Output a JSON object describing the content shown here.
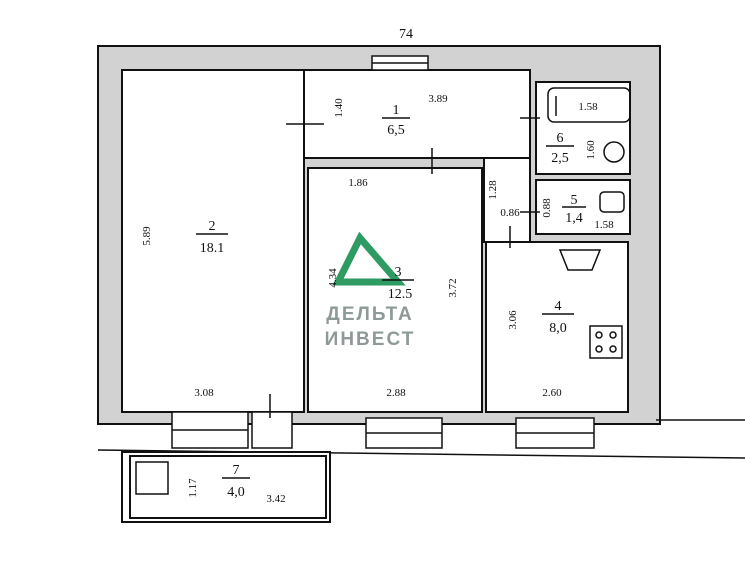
{
  "plan": {
    "top_mark": "74",
    "rooms": [
      {
        "number": "1",
        "area": "6,5"
      },
      {
        "number": "2",
        "area": "18.1"
      },
      {
        "number": "3",
        "area": "12.5"
      },
      {
        "number": "4",
        "area": "8,0"
      },
      {
        "number": "5",
        "area": "1,4"
      },
      {
        "number": "6",
        "area": "2,5"
      },
      {
        "number": "7",
        "area": "4,0"
      }
    ],
    "dimensions": {
      "r1_left": "1.40",
      "r1_top": "3.89",
      "r2_height": "5.89",
      "r2_bottom": "3.08",
      "r3_top": "1.86",
      "r3_left": "4.34",
      "r3_right": "3.72",
      "r3_bottom": "2.88",
      "corr_v": "1.28",
      "corr_w": "0.86",
      "r4_left": "3.06",
      "r4_bottom": "2.60",
      "bath_w": "1.58",
      "bath_h": "1.60",
      "wc_h": "0.88",
      "wc_w": "1.58",
      "balcony_h": "1.17",
      "balcony_w": "3.42"
    },
    "watermark": {
      "line1": "ДЕЛЬТА",
      "line2": "ИНВЕСТ",
      "color": "#2e9b63"
    }
  }
}
